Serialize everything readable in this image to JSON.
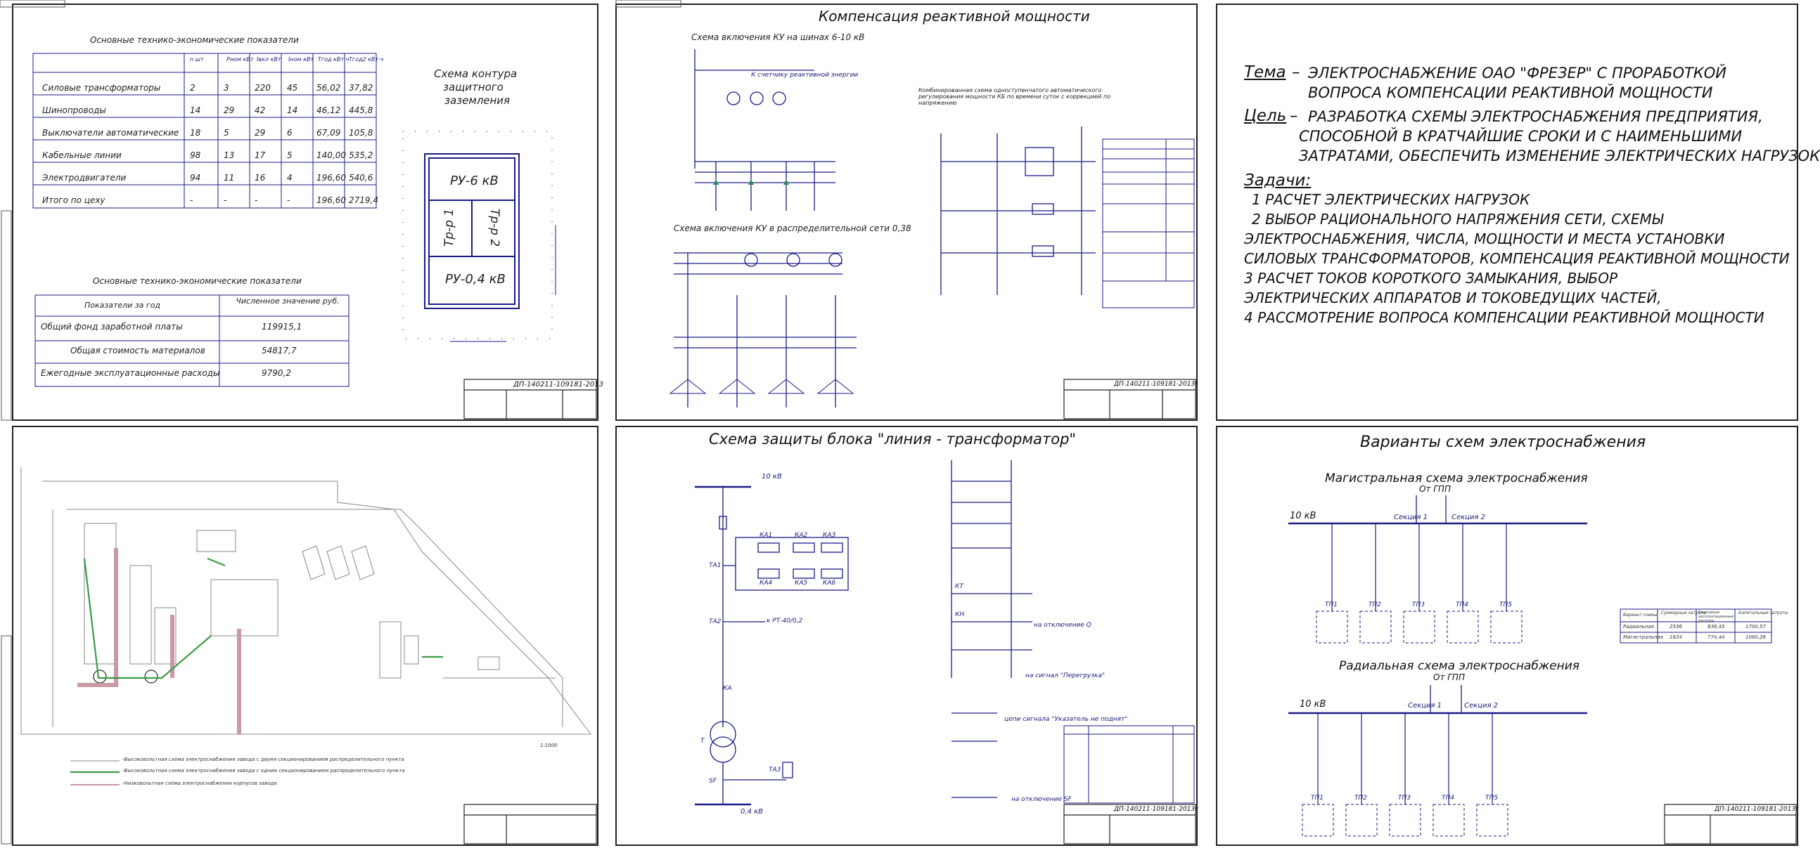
{
  "sheet1": {
    "table1_title": "Основные технико-экономические показатели",
    "table1_headers": [
      "n шт",
      "Pном кВт",
      "Iвкл кВт",
      "Iном кВт",
      "Tгод кВт·ч",
      "Tгод2 кВт·ч"
    ],
    "table1_rows": [
      {
        "name": "Силовые трансформаторы",
        "vals": [
          "2",
          "3",
          "220",
          "45",
          "56,02",
          "37,82"
        ]
      },
      {
        "name": "Шинопроводы",
        "vals": [
          "14",
          "29",
          "42",
          "14",
          "46,12",
          "445,8"
        ]
      },
      {
        "name": "Выключатели автоматические",
        "vals": [
          "18",
          "5",
          "29",
          "6",
          "67,09",
          "105,8"
        ]
      },
      {
        "name": "Кабельные линии",
        "vals": [
          "98",
          "13",
          "17",
          "5",
          "140,00",
          "535,2"
        ]
      },
      {
        "name": "Электродвигатели",
        "vals": [
          "94",
          "11",
          "16",
          "4",
          "196,60",
          "540,6"
        ]
      },
      {
        "name": "Итого по цеху",
        "vals": [
          "-",
          "-",
          "-",
          "-",
          "196,60",
          "2719,4"
        ]
      }
    ],
    "table2_title": "Основные технико-экономические показатели",
    "table2_headers": [
      "Показатели за год",
      "Численное значение руб."
    ],
    "table2_rows": [
      {
        "name": "Общий фонд заработной платы",
        "val": "119915,1"
      },
      {
        "name": "Общая стоимость материалов",
        "val": "54817,7"
      },
      {
        "name": "Ежегодные эксплуатационные расходы",
        "val": "9790,2"
      }
    ],
    "ground_title_1": "Схема контура",
    "ground_title_2": "защитного",
    "ground_title_3": "заземления",
    "ru6": "РУ-6 кВ",
    "ru04": "РУ-0,4 кВ",
    "tr1": "Тр-р 1",
    "tr2": "Тр-р 2",
    "stamp_code": "ДП-140211-109181-2013г"
  },
  "sheet2": {
    "title": "Компенсация реактивной мощности",
    "sub1": "Схема включения КУ на шинах 6-10 кВ",
    "sub2": "Схема включения КУ в распределительной сети 0,38",
    "sub3": "Комбинированная схема одноступенчатого автоматического регулирования мощности КБ по времени суток с коррекцией по напряжению",
    "note_meter": "К счетчику реактивной энергии",
    "stamp_code": "ДП-140211-109181-2013г"
  },
  "sheet3": {
    "tema_label": "Тема",
    "tema_text_1": "ЭЛЕКТРОСНАБЖЕНИЕ ОАО \"ФРЕЗЕР\" С ПРОРАБОТКОЙ",
    "tema_text_2": "ВОПРОСА КОМПЕНСАЦИИ РЕАКТИВНОЙ МОЩНОСТИ",
    "cel_label": "Цель",
    "cel_text_1": "РАЗРАБОТКА СХЕМЫ ЭЛЕКТРОСНАБЖЕНИЯ ПРЕДПРИЯТИЯ,",
    "cel_text_2": "СПОСОБНОЙ В КРАТЧАЙШИЕ СРОКИ И С НАИМЕНЬШИМИ",
    "cel_text_3": "ЗАТРАТАМИ, ОБЕСПЕЧИТЬ ИЗМЕНЕНИЕ ЭЛЕКТРИЧЕСКИХ НАГРУЗОК",
    "zadachi_label": "Задачи:",
    "tasks": [
      "1  РАСЧЕТ ЭЛЕКТРИЧЕСКИХ НАГРУЗОК",
      "2  ВЫБОР РАЦИОНАЛЬНОГО НАПРЯЖЕНИЯ СЕТИ, СХЕМЫ",
      "ЭЛЕКТРОСНАБЖЕНИЯ, ЧИСЛА, МОЩНОСТИ И МЕСТА УСТАНОВКИ",
      "СИЛОВЫХ ТРАНСФОРМАТОРОВ, КОМПЕНСАЦИЯ РЕАКТИВНОЙ МОЩНОСТИ",
      "3  РАСЧЕТ ТОКОВ КОРОТКОГО ЗАМЫКАНИЯ, ВЫБОР",
      "ЭЛЕКТРИЧЕСКИХ АППАРАТОВ И ТОКОВЕДУЩИХ ЧАСТЕЙ,",
      "4  РАССМОТРЕНИЕ ВОПРОСА КОМПЕНСАЦИИ РЕАКТИВНОЙ МОЩНОСТИ"
    ]
  },
  "sheet4": {
    "legend": [
      "-Высоковольтная схема электроснабжения завода с двумя секционированием распределительного пункта",
      "-Высоковольтная схема электроснабжения завода с одним секционированием распределительного пункта",
      "-Низковольтная схема электроснабжения корпусов завода"
    ],
    "scale_label": "1:1000"
  },
  "sheet5": {
    "title": "Схема защиты блока \"линия - трансформатор\"",
    "v10": "10 кВ",
    "v04": "0,4 кВ",
    "labels": [
      "КА1",
      "КА2",
      "КА3",
      "КА4",
      "КА5",
      "КА6",
      "ТА1",
      "ТА2",
      "ТА3",
      "КА",
      "КТ",
      "КН",
      "Т",
      "SF"
    ],
    "rt": "к РТ-40/0,2",
    "off_q": "на отключение Q",
    "overload": "на сигнал \"Перегрузка\"",
    "signal": "цепи сигнала \"Указатель не поднят\"",
    "off_sf": "на отключение SF",
    "stamp_code": "ДП-140211-109181-2013г"
  },
  "sheet6": {
    "title": "Варианты схем электроснабжения",
    "mag_title": "Магистральная схема электроснабжения",
    "rad_title": "Радиальная схема электроснабжения",
    "from_gpp": "От ГПП",
    "v10": "10 кВ",
    "sec1": "Секция 1",
    "sec2": "Секция 2",
    "tp_labels": [
      "ТП1",
      "ТП2",
      "ТП3",
      "ТП4",
      "ТП5"
    ],
    "cmp_headers": [
      "Вариант схемы",
      "Суммарные затраты",
      "Ежегодные эксплуатационные расходы",
      "Капитальные затраты"
    ],
    "cmp_rows": [
      {
        "name": "Радиальная",
        "vals": [
          "2536",
          "836,45",
          "1700,57"
        ]
      },
      {
        "name": "Магистральная",
        "vals": [
          "1834",
          "774,44",
          "1060,26"
        ]
      }
    ],
    "stamp_code": "ДП-140211-109181-2013г"
  }
}
